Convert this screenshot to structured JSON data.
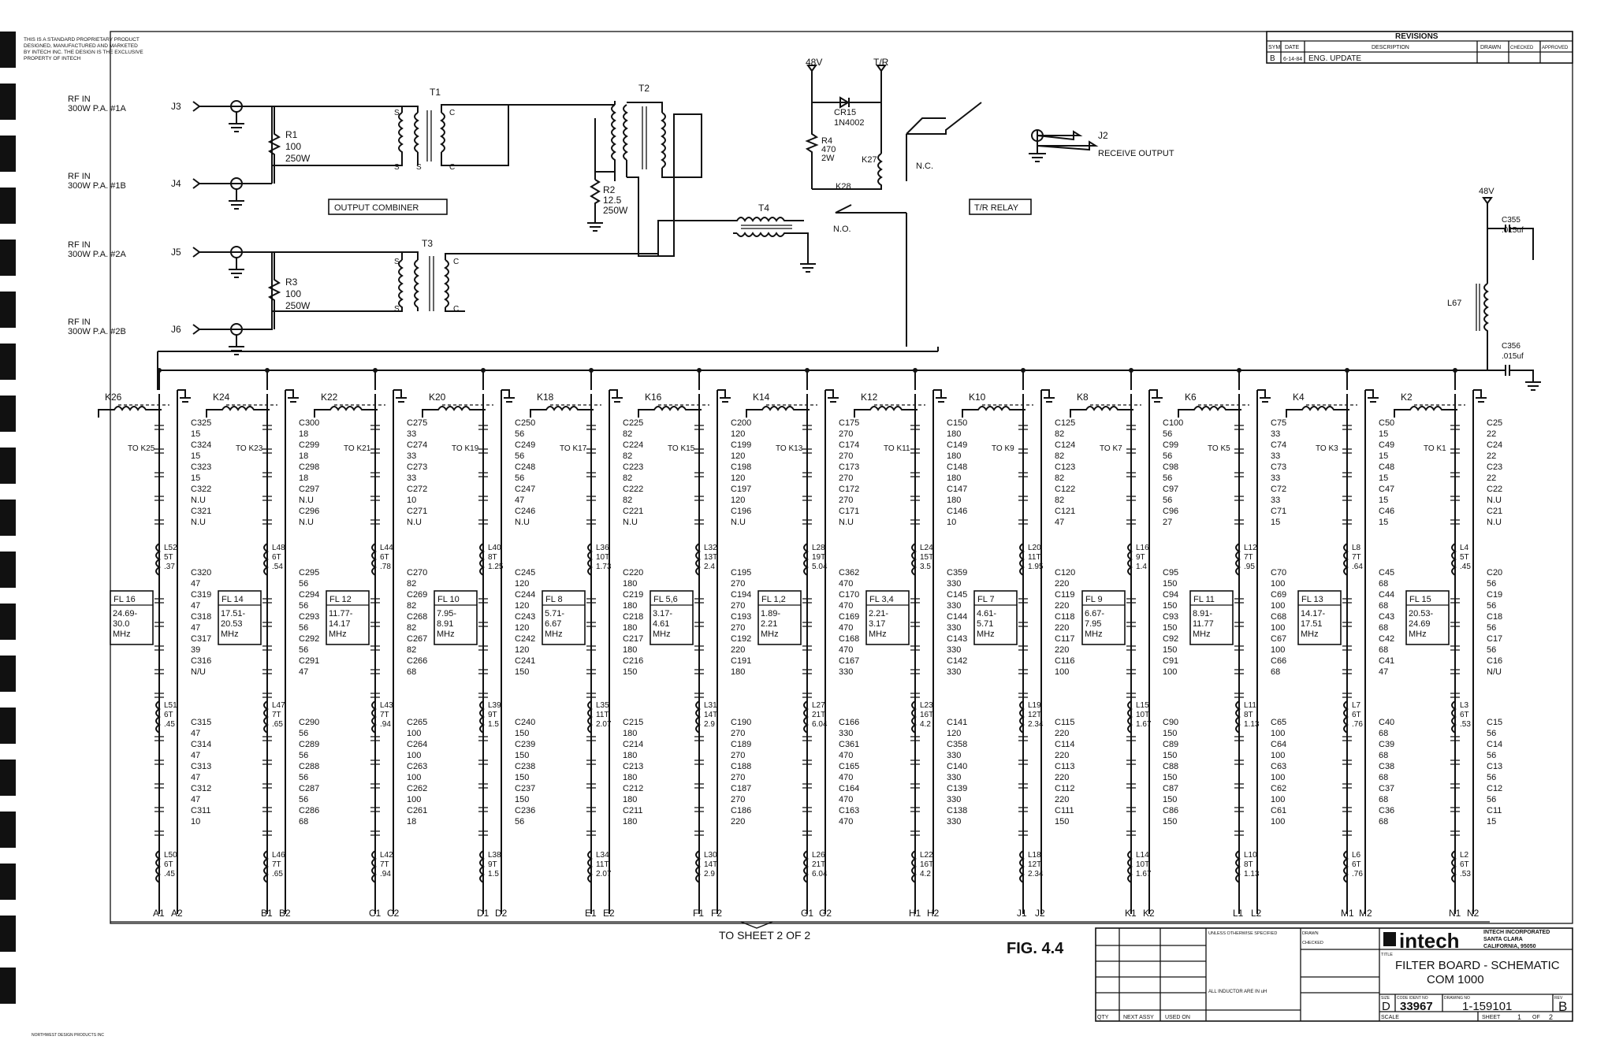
{
  "notice": [
    "THIS IS A STANDARD PROPRIETARY PRODUCT",
    "DESIGNED, MANUFACTURED AND MARKETED",
    "BY INTECH INC. THE DESIGN IS THE EXCLUSIVE",
    "PROPERTY OF INTECH"
  ],
  "revisions": {
    "title": "REVISIONS",
    "headers": [
      "SYM",
      "DATE",
      "DESCRIPTION",
      "DRAWN",
      "CHECKED",
      "APPROVED"
    ],
    "row": [
      "B",
      "6-14-84",
      "ENG. UPDATE",
      "",
      "",
      ""
    ]
  },
  "inputs": [
    {
      "label1": "RF IN",
      "label2": "300W P.A. #1A",
      "jack": "J3"
    },
    {
      "label1": "RF IN",
      "label2": "300W P.A. #1B",
      "jack": "J4"
    },
    {
      "label1": "RF IN",
      "label2": "300W P.A. #2A",
      "jack": "J5"
    },
    {
      "label1": "RF IN",
      "label2": "300W P.A. #2B",
      "jack": "J6"
    }
  ],
  "combiner": {
    "T1": "T1",
    "T2": "T2",
    "T3": "T3",
    "T4": "T4",
    "R1": [
      "R1",
      "100",
      "250W"
    ],
    "R2": [
      "R2",
      "12.5",
      "250W"
    ],
    "R3": [
      "R3",
      "100",
      "250W"
    ],
    "label": "OUTPUT COMBINER"
  },
  "relay": {
    "v48": "48V",
    "tr": "T/R",
    "cr": "CR15",
    "crp": "1N4002",
    "r4": [
      "R4",
      "470",
      "2W"
    ],
    "k27": "K27",
    "k28": "K28",
    "nc": "N.C.",
    "no": "N.O.",
    "j2": "J2",
    "receive": "RECEIVE OUTPUT",
    "label": "T/R RELAY"
  },
  "supply": {
    "v48": "48V",
    "c355": [
      "C355",
      ".015uf"
    ],
    "l67": "L67",
    "c356": [
      "C356",
      ".015uf"
    ]
  },
  "filters": [
    {
      "k": "K26",
      "to": "TO K25",
      "fl": "FL 16",
      "range": [
        "24.69-",
        "30.0",
        "MHz"
      ],
      "bl": "A1",
      "br": "A2",
      "topcaps": [
        "C325",
        "15",
        "C324",
        "15",
        "C323",
        "15",
        "C322",
        "N.U",
        "C321",
        "N.U"
      ],
      "midcaps": [
        "C320",
        "47",
        "C319",
        "47",
        "C318",
        "47",
        "C317",
        "39",
        "C316",
        "N/U"
      ],
      "lowcaps": [
        "C315",
        "47",
        "C314",
        "47",
        "C313",
        "47",
        "C312",
        "47",
        "C311",
        "10"
      ],
      "ind": [
        [
          "L52",
          "5T",
          ".37"
        ],
        [
          "L51",
          "6T",
          ".45"
        ],
        [
          "L50",
          "6T",
          ".45"
        ]
      ]
    },
    {
      "k": "K24",
      "to": "TO K23",
      "fl": "FL 14",
      "range": [
        "17.51-",
        "20.53",
        "MHz"
      ],
      "bl": "B1",
      "br": "B2",
      "topcaps": [
        "C300",
        "18",
        "C299",
        "18",
        "C298",
        "18",
        "C297",
        "N.U",
        "C296",
        "N.U"
      ],
      "midcaps": [
        "C295",
        "56",
        "C294",
        "56",
        "C293",
        "56",
        "C292",
        "56",
        "C291",
        "47"
      ],
      "lowcaps": [
        "C290",
        "56",
        "C289",
        "56",
        "C288",
        "56",
        "C287",
        "56",
        "C286",
        "68"
      ],
      "ind": [
        [
          "L48",
          "6T",
          ".54"
        ],
        [
          "L47",
          "7T",
          ".65"
        ],
        [
          "L46",
          "7T",
          ".65"
        ]
      ]
    },
    {
      "k": "K22",
      "to": "TO K21",
      "fl": "FL 12",
      "range": [
        "11.77-",
        "14.17",
        "MHz"
      ],
      "bl": "C1",
      "br": "C2",
      "topcaps": [
        "C275",
        "33",
        "C274",
        "33",
        "C273",
        "33",
        "C272",
        "10",
        "C271",
        "N.U"
      ],
      "midcaps": [
        "C270",
        "82",
        "C269",
        "82",
        "C268",
        "82",
        "C267",
        "82",
        "C266",
        "68"
      ],
      "lowcaps": [
        "C265",
        "100",
        "C264",
        "100",
        "C263",
        "100",
        "C262",
        "100",
        "C261",
        "18"
      ],
      "ind": [
        [
          "L44",
          "6T",
          ".78"
        ],
        [
          "L43",
          "7T",
          ".94"
        ],
        [
          "L42",
          "7T",
          ".94"
        ]
      ]
    },
    {
      "k": "K20",
      "to": "TO K19",
      "fl": "FL 10",
      "range": [
        "7.95-",
        "8.91",
        "MHz"
      ],
      "bl": "D1",
      "br": "D2",
      "topcaps": [
        "C250",
        "56",
        "C249",
        "56",
        "C248",
        "56",
        "C247",
        "47",
        "C246",
        "N.U"
      ],
      "midcaps": [
        "C245",
        "120",
        "C244",
        "120",
        "C243",
        "120",
        "C242",
        "120",
        "C241",
        "150"
      ],
      "lowcaps": [
        "C240",
        "150",
        "C239",
        "150",
        "C238",
        "150",
        "C237",
        "150",
        "C236",
        "56"
      ],
      "ind": [
        [
          "L40",
          "8T",
          "1.25"
        ],
        [
          "L39",
          "9T",
          "1.5"
        ],
        [
          "L38",
          "9T",
          "1.5"
        ]
      ]
    },
    {
      "k": "K18",
      "to": "TO K17",
      "fl": "FL 8",
      "range": [
        "5.71-",
        "6.67",
        "MHz"
      ],
      "bl": "E1",
      "br": "E2",
      "topcaps": [
        "C225",
        "82",
        "C224",
        "82",
        "C223",
        "82",
        "C222",
        "82",
        "C221",
        "N.U"
      ],
      "midcaps": [
        "C220",
        "180",
        "C219",
        "180",
        "C218",
        "180",
        "C217",
        "180",
        "C216",
        "150"
      ],
      "lowcaps": [
        "C215",
        "180",
        "C214",
        "180",
        "C213",
        "180",
        "C212",
        "180",
        "C211",
        "180"
      ],
      "ind": [
        [
          "L36",
          "10T",
          "1.73"
        ],
        [
          "L35",
          "11T",
          "2.07"
        ],
        [
          "L34",
          "11T",
          "2.07"
        ]
      ]
    },
    {
      "k": "K16",
      "to": "TO K15",
      "fl": "FL 5,6",
      "range": [
        "3.17-",
        "4.61",
        "MHz"
      ],
      "bl": "F1",
      "br": "F2",
      "topcaps": [
        "C200",
        "120",
        "C199",
        "120",
        "C198",
        "120",
        "C197",
        "120",
        "C196",
        "N.U"
      ],
      "midcaps": [
        "C195",
        "270",
        "C194",
        "270",
        "C193",
        "270",
        "C192",
        "220",
        "C191",
        "180"
      ],
      "lowcaps": [
        "C190",
        "270",
        "C189",
        "270",
        "C188",
        "270",
        "C187",
        "270",
        "C186",
        "220"
      ],
      "ind": [
        [
          "L32",
          "13T",
          "2.4"
        ],
        [
          "L31",
          "14T",
          "2.9"
        ],
        [
          "L30",
          "14T",
          "2.9"
        ]
      ]
    },
    {
      "k": "K14",
      "to": "TO K13",
      "fl": "FL 1,2",
      "range": [
        "1.89-",
        "2.21",
        "MHz"
      ],
      "bl": "G1",
      "br": "G2",
      "topcaps": [
        "C175",
        "270",
        "C174",
        "270",
        "C173",
        "270",
        "C172",
        "270",
        "C171",
        "N.U"
      ],
      "midcaps": [
        "C362",
        "470",
        "C170",
        "470",
        "C169",
        "470",
        "C168",
        "470",
        "C167",
        "330"
      ],
      "lowcaps": [
        "C166",
        "330",
        "C361",
        "470",
        "C165",
        "470",
        "C164",
        "470",
        "C163",
        "470"
      ],
      "ind": [
        [
          "L28",
          "19T",
          "5.04"
        ],
        [
          "L27",
          "21T",
          "6.04"
        ],
        [
          "L26",
          "21T",
          "6.04"
        ]
      ]
    },
    {
      "k": "K12",
      "to": "TO K11",
      "fl": "FL 3,4",
      "range": [
        "2.21-",
        "3.17",
        "MHz"
      ],
      "bl": "H1",
      "br": "H2",
      "topcaps": [
        "C150",
        "180",
        "C149",
        "180",
        "C148",
        "180",
        "C147",
        "180",
        "C146",
        "10"
      ],
      "midcaps": [
        "C359",
        "330",
        "C145",
        "330",
        "C144",
        "330",
        "C143",
        "330",
        "C142",
        "330"
      ],
      "lowcaps": [
        "C141",
        "120",
        "C358",
        "330",
        "C140",
        "330",
        "C139",
        "330",
        "C138",
        "330"
      ],
      "ind": [
        [
          "L24",
          "15T",
          "3.5"
        ],
        [
          "L23",
          "16T",
          "4.2"
        ],
        [
          "L22",
          "16T",
          "4.2"
        ]
      ]
    },
    {
      "k": "K10",
      "to": "TO K9",
      "fl": "FL 7",
      "range": [
        "4.61-",
        "5.71",
        "MHz"
      ],
      "bl": "J1",
      "br": "J2",
      "topcaps": [
        "C125",
        "82",
        "C124",
        "82",
        "C123",
        "82",
        "C122",
        "82",
        "C121",
        "47"
      ],
      "midcaps": [
        "C120",
        "220",
        "C119",
        "220",
        "C118",
        "220",
        "C117",
        "220",
        "C116",
        "100"
      ],
      "lowcaps": [
        "C115",
        "220",
        "C114",
        "220",
        "C113",
        "220",
        "C112",
        "220",
        "C111",
        "150"
      ],
      "ind": [
        [
          "L20",
          "11T",
          "1.95"
        ],
        [
          "L19",
          "12T",
          "2.34"
        ],
        [
          "L18",
          "12T",
          "2.34"
        ]
      ]
    },
    {
      "k": "K8",
      "to": "TO K7",
      "fl": "FL 9",
      "range": [
        "6.67-",
        "7.95",
        "MHz"
      ],
      "bl": "K1",
      "br": "K2",
      "topcaps": [
        "C100",
        "56",
        "C99",
        "56",
        "C98",
        "56",
        "C97",
        "56",
        "C96",
        "27"
      ],
      "midcaps": [
        "C95",
        "150",
        "C94",
        "150",
        "C93",
        "150",
        "C92",
        "150",
        "C91",
        "100"
      ],
      "lowcaps": [
        "C90",
        "150",
        "C89",
        "150",
        "C88",
        "150",
        "C87",
        "150",
        "C86",
        "150"
      ],
      "ind": [
        [
          "L16",
          "9T",
          "1.4"
        ],
        [
          "L15",
          "10T",
          "1.67"
        ],
        [
          "L14",
          "10T",
          "1.67"
        ]
      ]
    },
    {
      "k": "K6",
      "to": "TO K5",
      "fl": "FL 11",
      "range": [
        "8.91-",
        "11.77",
        "MHz"
      ],
      "bl": "L1",
      "br": "L2",
      "topcaps": [
        "C75",
        "33",
        "C74",
        "33",
        "C73",
        "33",
        "C72",
        "33",
        "C71",
        "15"
      ],
      "midcaps": [
        "C70",
        "100",
        "C69",
        "100",
        "C68",
        "100",
        "C67",
        "100",
        "C66",
        "68"
      ],
      "lowcaps": [
        "C65",
        "100",
        "C64",
        "100",
        "C63",
        "100",
        "C62",
        "100",
        "C61",
        "100"
      ],
      "ind": [
        [
          "L12",
          "7T",
          ".95"
        ],
        [
          "L11",
          "8T",
          "1.13"
        ],
        [
          "L10",
          "8T",
          "1.13"
        ]
      ]
    },
    {
      "k": "K4",
      "to": "TO K3",
      "fl": "FL 13",
      "range": [
        "14.17-",
        "17.51",
        "MHz"
      ],
      "bl": "M1",
      "br": "M2",
      "topcaps": [
        "C50",
        "15",
        "C49",
        "15",
        "C48",
        "15",
        "C47",
        "15",
        "C46",
        "15"
      ],
      "midcaps": [
        "C45",
        "68",
        "C44",
        "68",
        "C43",
        "68",
        "C42",
        "68",
        "C41",
        "47"
      ],
      "lowcaps": [
        "C40",
        "68",
        "C39",
        "68",
        "C38",
        "68",
        "C37",
        "68",
        "C36",
        "68"
      ],
      "ind": [
        [
          "L8",
          "7T",
          ".64"
        ],
        [
          "L7",
          "6T",
          ".76"
        ],
        [
          "L6",
          "6T",
          ".76"
        ]
      ]
    },
    {
      "k": "K2",
      "to": "TO K1",
      "fl": "FL 15",
      "range": [
        "20.53-",
        "24.69",
        "MHz"
      ],
      "bl": "N1",
      "br": "N2",
      "topcaps": [
        "C25",
        "22",
        "C24",
        "22",
        "C23",
        "22",
        "C22",
        "N.U",
        "C21",
        "N.U"
      ],
      "midcaps": [
        "C20",
        "56",
        "C19",
        "56",
        "C18",
        "56",
        "C17",
        "56",
        "C16",
        "N/U"
      ],
      "lowcaps": [
        "C15",
        "56",
        "C14",
        "56",
        "C13",
        "56",
        "C12",
        "56",
        "C11",
        "15"
      ],
      "ind": [
        [
          "L4",
          "5T",
          ".45"
        ],
        [
          "L3",
          "6T",
          ".53"
        ],
        [
          "L2",
          "6T",
          ".53"
        ]
      ]
    }
  ],
  "to_sheet": "TO SHEET 2 OF 2",
  "fig": "FIG. 4.4",
  "title_block": {
    "qty": "QTY",
    "next": "NEXT ASSY",
    "used": "USED ON",
    "notes": [
      "UNLESS OTHERWISE SPECIFIED",
      "ALL INDUCTOR ARE IN uH"
    ],
    "drawn_lbl": "DRAWN",
    "checked_lbl": "CHECKED",
    "company": "intech",
    "company_full": [
      "INTECH INCORPORATED",
      "SANTA CLARA",
      "CALIFORNIA, 95050"
    ],
    "title_lbl": "TITLE",
    "title1": "FILTER BOARD - SCHEMATIC",
    "title2": "COM 1000",
    "size_lbl": "SIZE",
    "size": "D",
    "code_lbl": "CODE IDENT NO",
    "code": "33967",
    "dwg_lbl": "DRAWING NO",
    "dwg": "1-159101",
    "rev_lbl": "REV",
    "rev": "B",
    "scale": "SCALE",
    "sheet": "SHEET",
    "sheet_no": "1",
    "of": "OF",
    "of_no": "2"
  },
  "footer": "NORTHWEST DESIGN PRODUCTS INC"
}
